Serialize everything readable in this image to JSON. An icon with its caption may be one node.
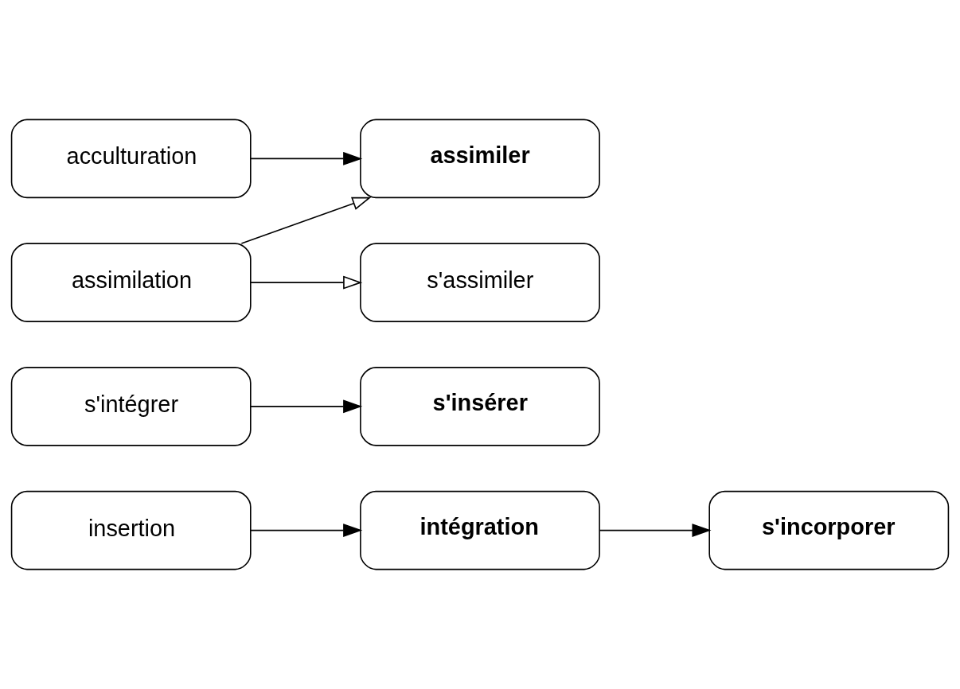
{
  "diagram": {
    "nodes": [
      {
        "text": [
          "s'incorporer"
        ]
      },
      {
        "text": [
          "insertion"
        ]
      },
      {
        "text": [
          "s'insérer"
        ]
      },
      {
        "text": [
          "intégration"
        ]
      },
      {
        "text": [
          "s'intégrer"
        ]
      },
      {
        "text": [
          "assimilation"
        ]
      },
      {
        "text": [
          "assimiler"
        ]
      },
      {
        "text": [
          "s'assimiler"
        ]
      },
      {
        "text": [
          "acculturation"
        ]
      }
    ],
    "edges": [
      {
        "from": 1,
        "to": 3,
        "arrow": "to"
      },
      {
        "from": 3,
        "to": 0,
        "arrow": "to"
      },
      {
        "from": 4,
        "to": 2,
        "arrow": "to"
      },
      {
        "from": 5,
        "to": 6,
        "arrow": "to"
      },
      {
        "from": 5,
        "to": 7,
        "arrow": "to"
      },
      {
        "from": 8,
        "to": 6,
        "arrow": "to"
      }
    ]
  }
}
